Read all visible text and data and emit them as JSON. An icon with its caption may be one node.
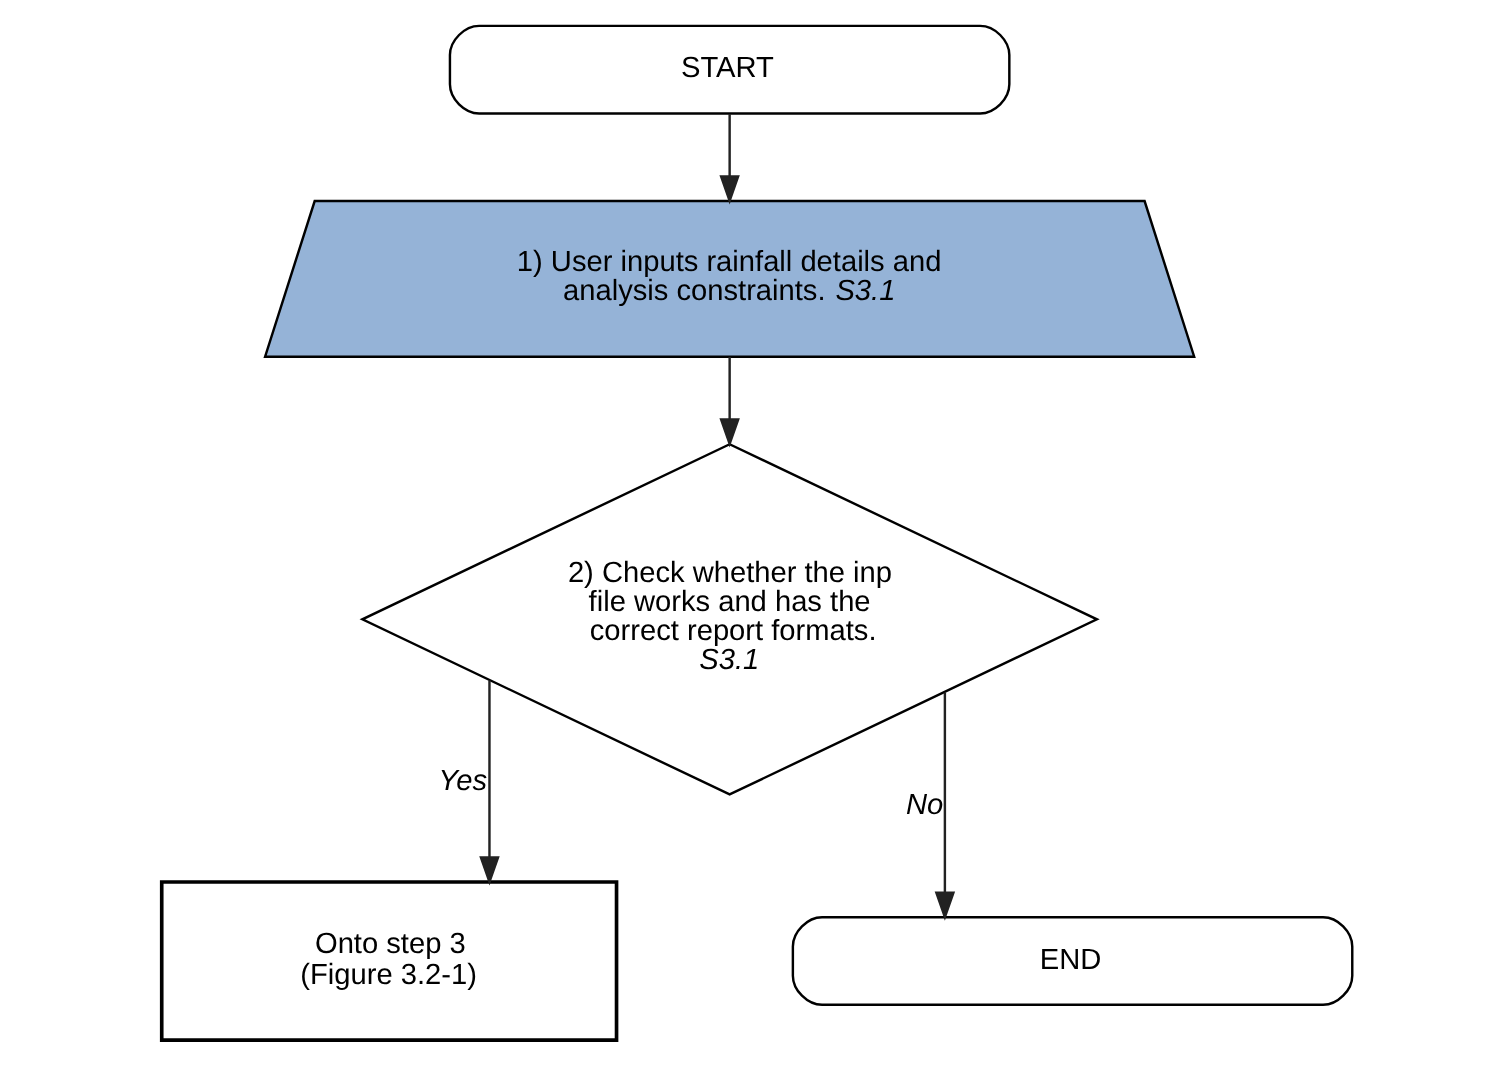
{
  "diagram": {
    "nodes": [
      {
        "text": [
          "START"
        ]
      },
      {
        "text": [
          "1) User inputs rainfall details and analysis constraints. *S3.1*"
        ]
      },
      {
        "text": [
          "2) Check whether the inp file works and has the correct report formats. *S3.1*"
        ]
      },
      {
        "text": [
          "Onto step 3 (Figure 3.2-1)"
        ]
      },
      {
        "text": [
          "END"
        ]
      }
    ],
    "edges": [
      {
        "from": 0,
        "to": 1,
        "arrow": "to"
      },
      {
        "from": 1,
        "to": 2,
        "arrow": "to"
      },
      {
        "from": 2,
        "to": 4,
        "arrow": "to",
        "label": "No"
      },
      {
        "from": 2,
        "to": 3,
        "arrow": "to",
        "label": "Yes"
      }
    ]
  }
}
